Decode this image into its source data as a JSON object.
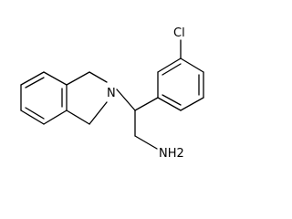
{
  "molecule": {
    "atoms": {
      "chlorine": "Cl",
      "ring_nitrogen": "N",
      "amine": "NH2"
    }
  }
}
